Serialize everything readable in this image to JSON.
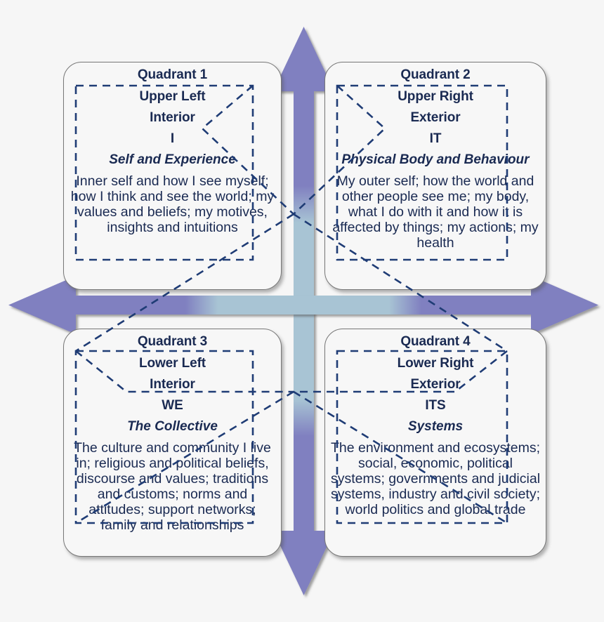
{
  "diagram": {
    "title": "Four Quadrant Model",
    "colors": {
      "arrow_purple": "#8080c0",
      "axis_center_blue": "#a8c4d4",
      "dashed_navy": "#1f3c75",
      "text_navy": "#1a2a52",
      "card_background": "#f7f7f7",
      "card_border": "#777777",
      "page_background": "#f6f6f6"
    },
    "quadrants": [
      {
        "id": "quadrant-1",
        "title": "Quadrant 1",
        "position": "Upper Left",
        "orientation": "Interior",
        "pronoun": "I",
        "subtitle": "Self and Experience",
        "description": "Inner self and how I see myself; how I think and see the world; my values and beliefs; my motives, insights and intuitions"
      },
      {
        "id": "quadrant-2",
        "title": "Quadrant 2",
        "position": "Upper Right",
        "orientation": "Exterior",
        "pronoun": "IT",
        "subtitle": "Physical Body and Behaviour",
        "description": "My outer self; how the world and other people see me; my body, what I do with it and how it is affected by things; my actions; my health"
      },
      {
        "id": "quadrant-3",
        "title": "Quadrant 3",
        "position": "Lower Left",
        "orientation": "Interior",
        "pronoun": "WE",
        "subtitle": "The Collective",
        "description": "The culture and community I live in; religious and political beliefs, discourse and values; traditions and customs; norms and attitudes; support networks; family and relationships"
      },
      {
        "id": "quadrant-4",
        "title": "Quadrant 4",
        "position": "Lower Right",
        "orientation": "Exterior",
        "pronoun": "ITS",
        "subtitle": "Systems",
        "description": "The environment and ecosystems; social, economic, political systems; governments and judicial systems, industry and civil society; world politics and global trade"
      }
    ],
    "axes": {
      "up_arrow": "arrow-up-icon",
      "down_arrow": "arrow-down-icon",
      "left_arrow": "arrow-left-icon",
      "right_arrow": "arrow-right-icon"
    }
  }
}
